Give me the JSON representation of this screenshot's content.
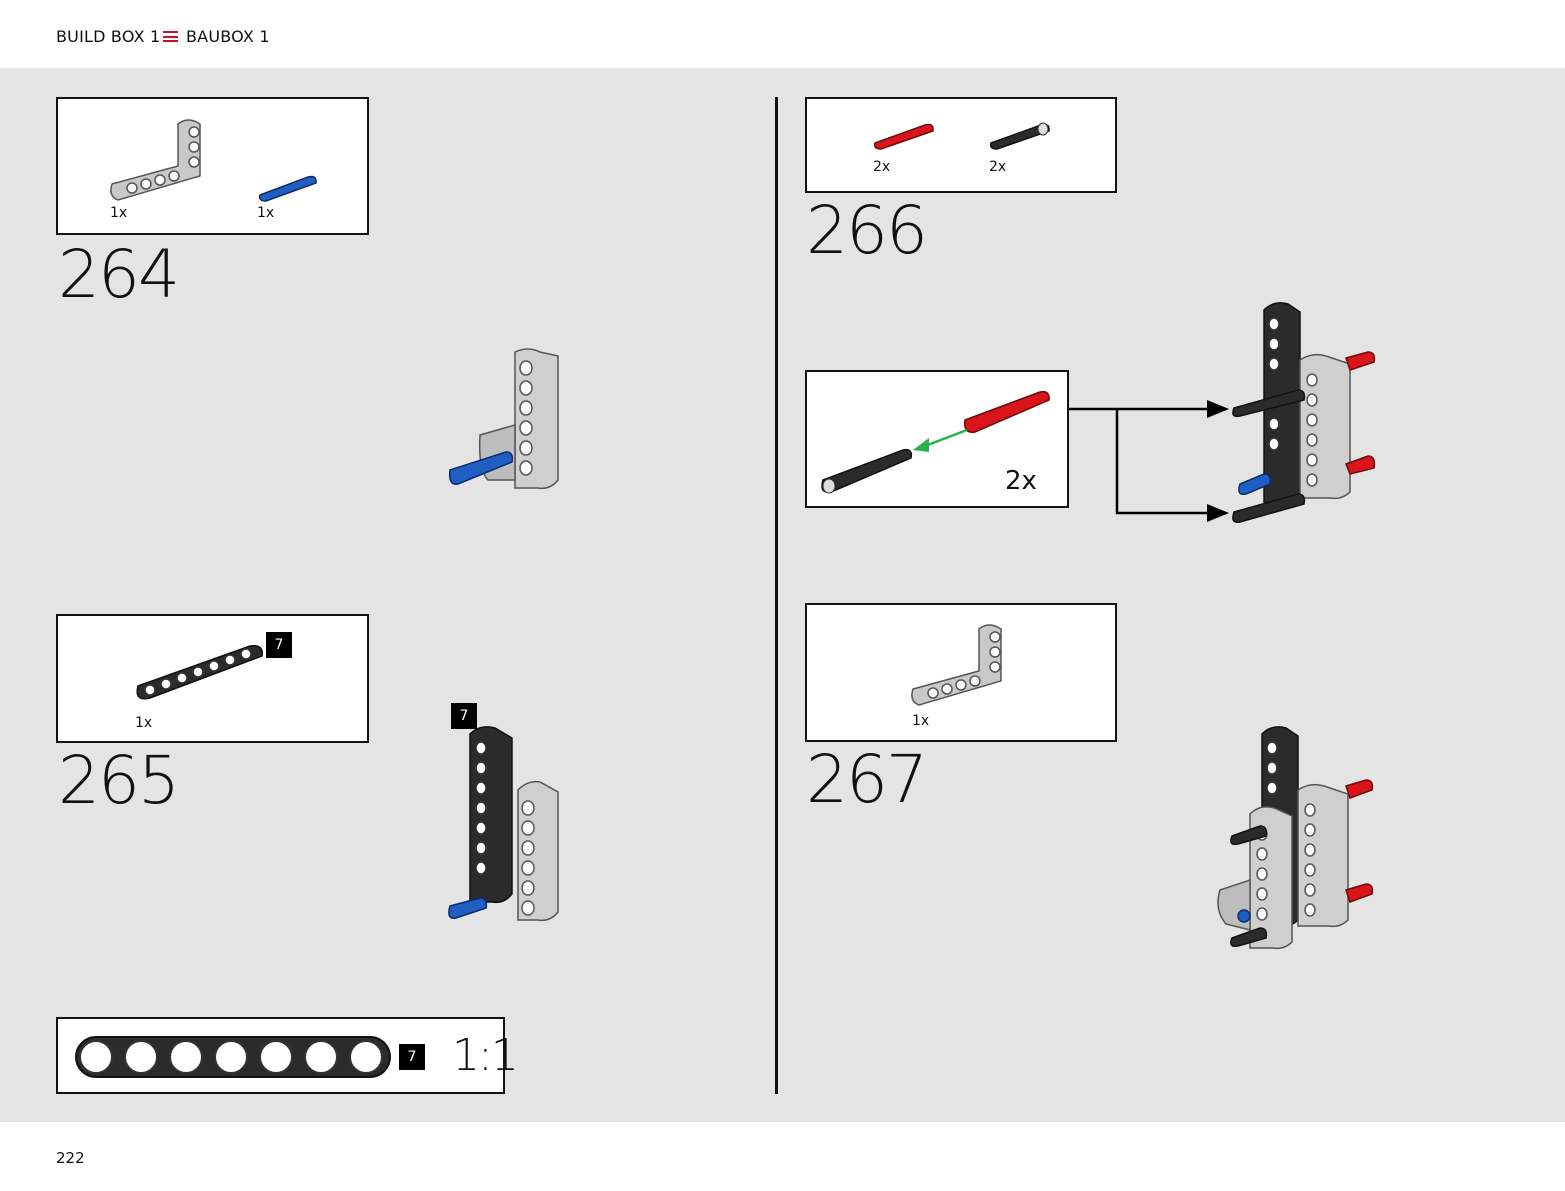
{
  "header": {
    "left_label": "BUILD BOX 1",
    "right_label": "BAUBOX 1",
    "separator_icon": "menu-lines-icon",
    "accent_color": "#c8102e"
  },
  "steps": [
    {
      "number": "264",
      "parts": [
        {
          "qty": "1x",
          "part": "L-beam light gray"
        },
        {
          "qty": "1x",
          "part": "blue axle pin"
        }
      ]
    },
    {
      "number": "265",
      "parts": [
        {
          "qty": "1x",
          "part": "black 7-beam"
        }
      ],
      "badge": "7",
      "assembly_badge": "7"
    },
    {
      "number": "266",
      "parts": [
        {
          "qty": "2x",
          "part": "red axle pin"
        },
        {
          "qty": "2x",
          "part": "black friction pin"
        }
      ],
      "callout_qty": "2x"
    },
    {
      "number": "267",
      "parts": [
        {
          "qty": "1x",
          "part": "L-beam light gray"
        }
      ]
    }
  ],
  "ruler": {
    "badge": "7",
    "scale": "1:1"
  },
  "footer": {
    "page_number": "222"
  }
}
